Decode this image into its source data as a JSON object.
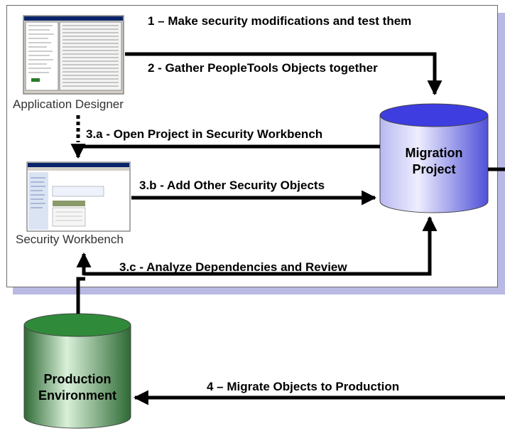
{
  "steps": {
    "s1": "1 – Make security modifications and test them",
    "s2": "2 - Gather PeopleTools Objects together",
    "s3a": "3.a - Open Project in Security Workbench",
    "s3b": "3.b - Add Other Security Objects",
    "s3c": "3.c - Analyze Dependencies and Review",
    "s4": "4 – Migrate Objects to Production"
  },
  "nodes": {
    "app_designer": "Application Designer",
    "security_workbench": "Security Workbench",
    "migration_project_l1": "Migration",
    "migration_project_l2": "Project",
    "production_l1": "Production",
    "production_l2": "Environment"
  },
  "colors": {
    "panel_shadow": "#b9b9e3",
    "migration_cylinder": "#3d3de0",
    "production_cylinder": "#2f8a3a"
  }
}
